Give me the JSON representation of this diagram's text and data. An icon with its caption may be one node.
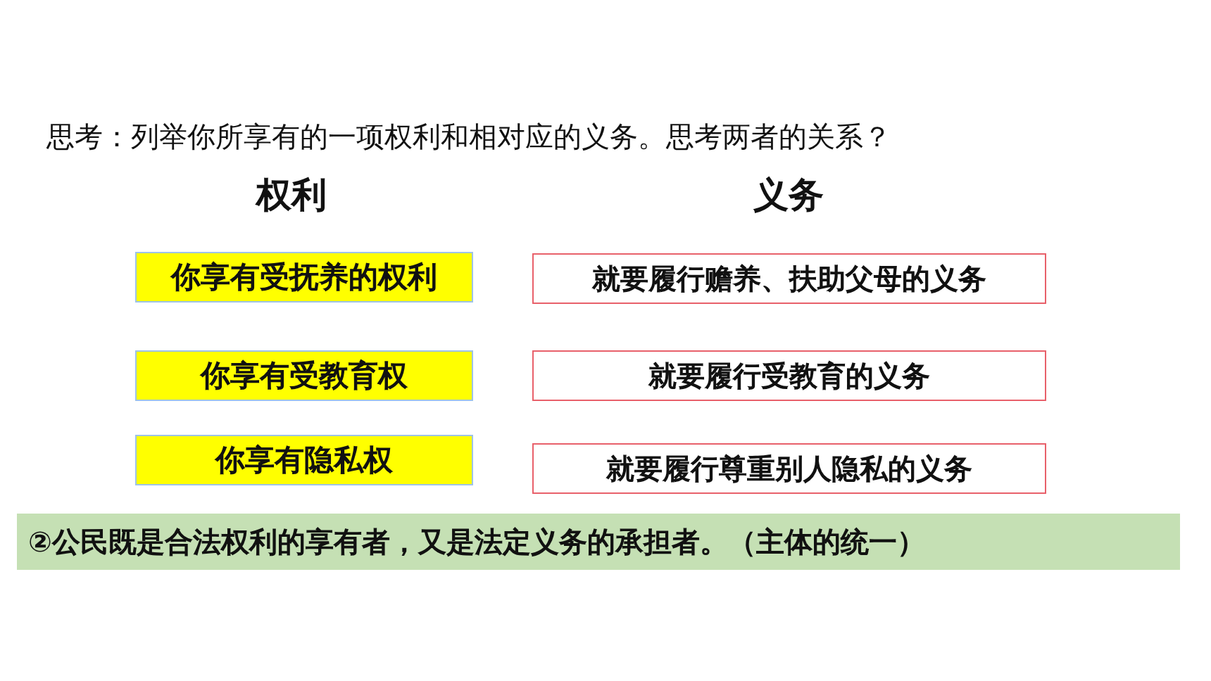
{
  "diagram": {
    "nodes": [
      {
        "text": [
          "你享有受抚养的权利"
        ]
      },
      {
        "text": [
          "就要履行赡养、扶助父母的义务"
        ]
      },
      {
        "text": [
          "你享有受教育权"
        ]
      },
      {
        "text": [
          "就要履行受教育的义务"
        ]
      },
      {
        "text": [
          "你享有隐私权"
        ]
      },
      {
        "text": [
          "就要履行尊重别人隐私的义务"
        ]
      },
      {
        "text": [
          "②公民既是合法权利的享有者，又是法定义务的承担者。（主体的统一）"
        ]
      }
    ],
    "labels": [
      "思考：列举你所享有的一项权利和相对应的义务。思考两者的关系？",
      "权利",
      "义务"
    ]
  }
}
